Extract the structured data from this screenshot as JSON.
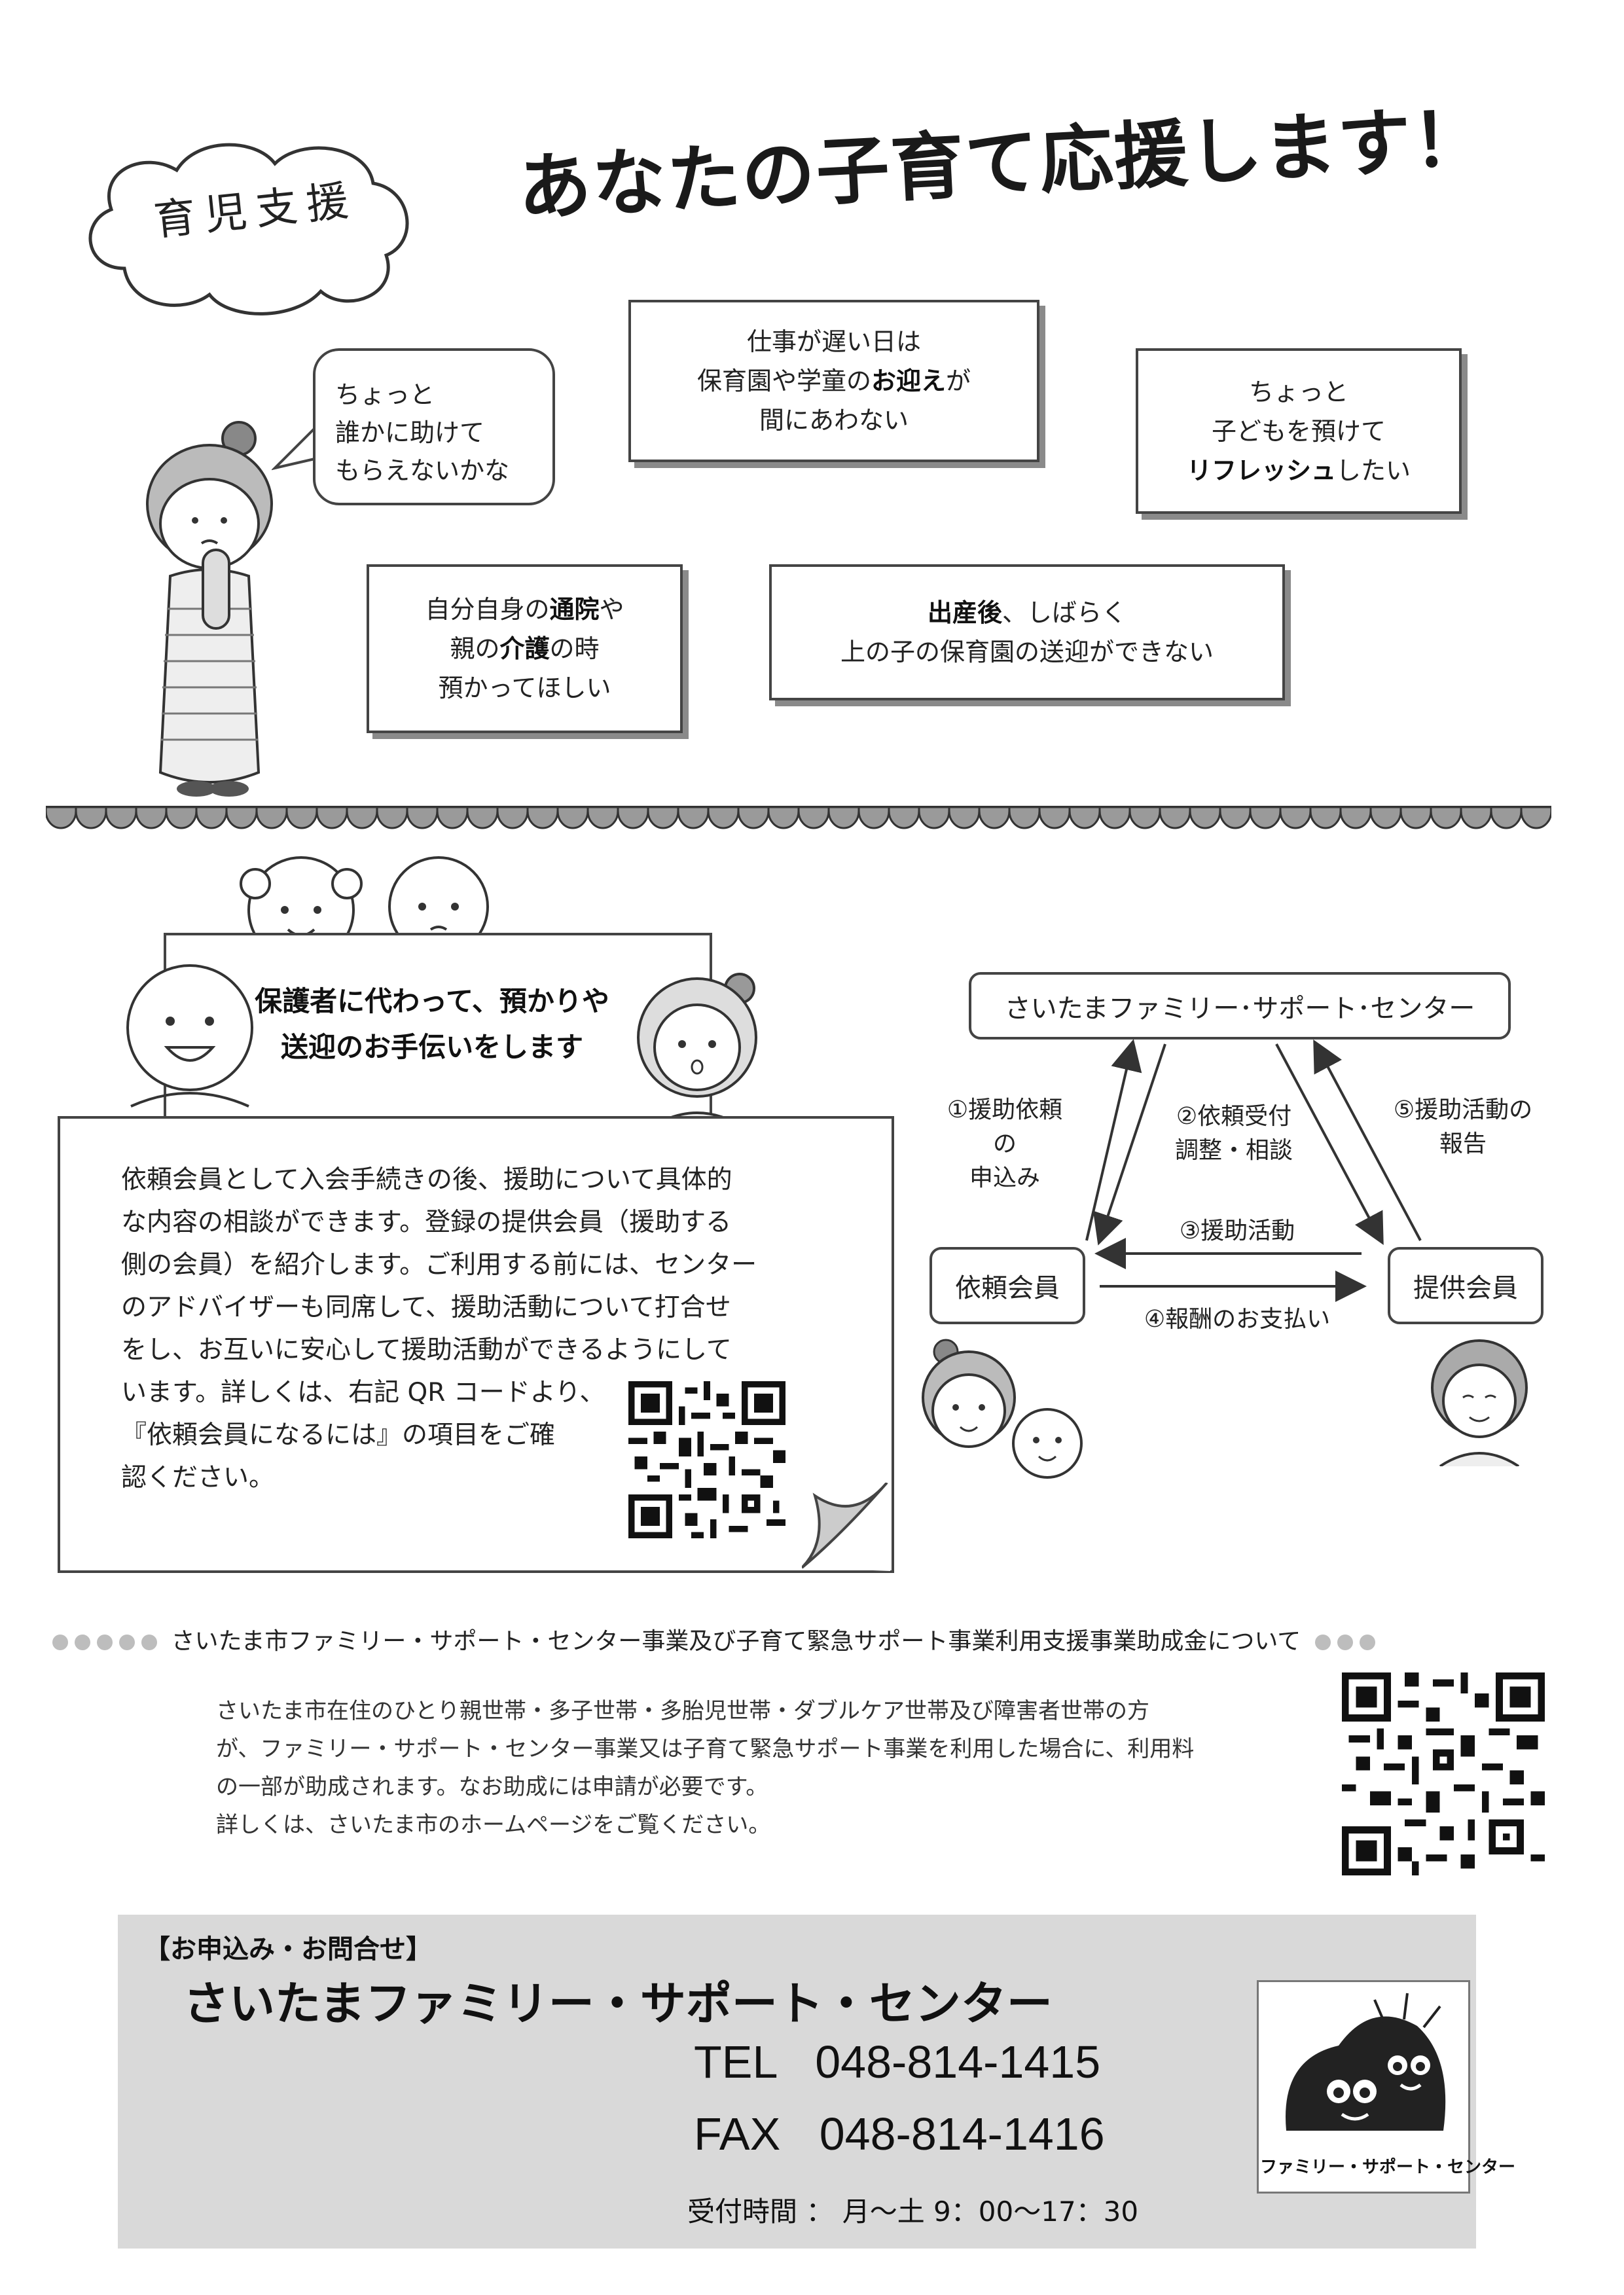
{
  "header": {
    "badge": "育児支援",
    "title": "あなたの子育て応援します！"
  },
  "concerns": {
    "bubble": [
      "ちょっと",
      "誰かに助けて",
      "もらえないかな"
    ],
    "box1": {
      "line1": "仕事が遅い日は",
      "line2_pre": "保育園や学童の",
      "line2_bold": "お迎え",
      "line2_post": "が",
      "line3": "間にあわない"
    },
    "box2": {
      "line1": "ちょっと",
      "line2": "子どもを預けて",
      "line3_bold": "リフレッシュ",
      "line3_post": "したい"
    },
    "box3": {
      "line1_pre": "自分自身の",
      "line1_bold": "通院",
      "line1_post": "や",
      "line2_pre": "親の",
      "line2_bold": "介護",
      "line2_post": "の時",
      "line3": "預かってほしい"
    },
    "box4": {
      "line1_bold": "出産後",
      "line1_post": "、しばらく",
      "line2": "上の子の保育園の送迎ができない"
    }
  },
  "service": {
    "sign_line1": "保護者に代わって、預かりや",
    "sign_line2": "送迎のお手伝いをします",
    "description": [
      "依頼会員として入会手続きの後、援助について具体的",
      "な内容の相談ができます。登録の提供会員（援助する",
      "側の会員）を紹介します。ご利用する前には、センター",
      "のアドバイザーも同席して、援助活動について打合せ",
      "をし、お互いに安心して援助活動ができるようにして",
      "います。詳しくは、右記 QR コードより、",
      "『依頼会員になるには』の項目をご確",
      "認ください。"
    ]
  },
  "flow": {
    "center": "さいたまファミリー･サポート･センター",
    "requester": "依頼会員",
    "provider": "提供会員",
    "step1": [
      "①援助依頼",
      "の",
      "申込み"
    ],
    "step2": [
      "②依頼受付",
      "調整・相談"
    ],
    "step3": "③援助活動",
    "step4": "④報酬のお支払い",
    "step5": [
      "⑤援助活動の",
      "報告"
    ]
  },
  "subsidy": {
    "heading": "さいたま市ファミリー・サポート・センター事業及び子育て緊急サポート事業利用支援事業助成金について",
    "body": [
      "さいたま市在住のひとり親世帯・多子世帯・多胎児世帯・ダブルケア世帯及び障害者世帯の方",
      "が、ファミリー・サポート・センター事業又は子育て緊急サポート事業を利用した場合に、利用料",
      "の一部が助成されます。なお助成には申請が必要です。",
      "詳しくは、さいたま市のホームページをご覧ください。"
    ]
  },
  "contact": {
    "label": "【お申込み・お問合せ】",
    "name": "さいたまファミリー・サポート・センター",
    "tel_label": "TEL",
    "tel": "048-814-1415",
    "fax_label": "FAX",
    "fax": "048-814-1416",
    "hours": "受付時間 ： 月～土 9：00～17：30",
    "logo_text": "ファミリー・サポート・センター"
  }
}
